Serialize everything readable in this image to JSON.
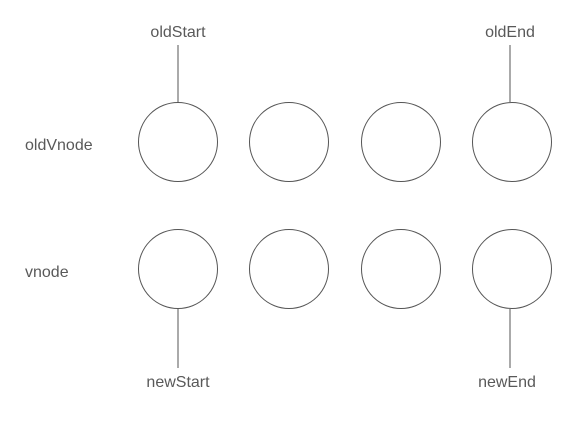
{
  "rows": [
    {
      "label": "oldVnode",
      "node_count": 4
    },
    {
      "label": "vnode",
      "node_count": 4
    }
  ],
  "pointers": {
    "old_start": "oldStart",
    "old_end": "oldEnd",
    "new_start": "newStart",
    "new_end": "newEnd"
  },
  "colors": {
    "stroke": "#555555",
    "text": "#595959",
    "background": "#ffffff"
  }
}
